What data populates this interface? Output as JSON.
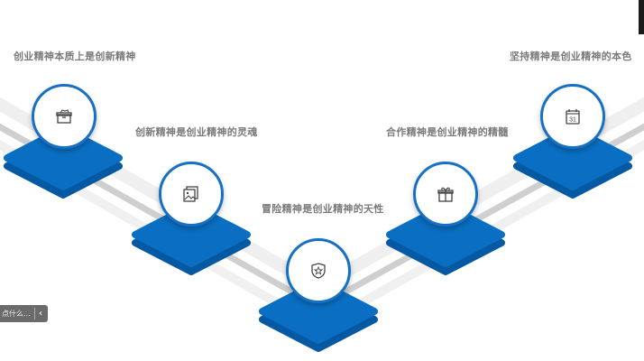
{
  "steps": [
    {
      "label": "创业精神本质上是创新精神",
      "icon": "archive-box-icon"
    },
    {
      "label": "创新精神是创业精神的灵魂",
      "icon": "images-icon"
    },
    {
      "label": "冒险精神是创业精神的天性",
      "icon": "shield-star-icon"
    },
    {
      "label": "合作精神是创业精神的精髓",
      "icon": "gift-icon"
    },
    {
      "label": "坚持精神是创业精神的本色",
      "icon": "calendar-icon",
      "icon_text": "31"
    }
  ],
  "toolbar": {
    "input_text": "点什么...",
    "collapse_icon": "chevron-left-icon"
  },
  "colors": {
    "platform_top": "#0a6fc2",
    "platform_side": "#0559a3",
    "circle_border": "#1670c4",
    "label": "#7a7a7a"
  }
}
